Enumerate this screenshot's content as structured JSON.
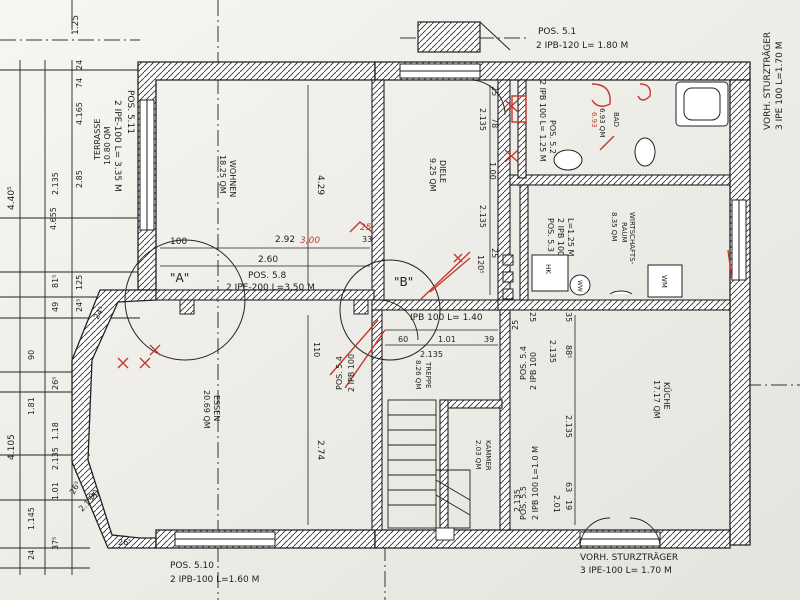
{
  "sheet": {
    "ink_color": "#1e1e1e",
    "paper_color": "#ecebe6",
    "markup_color": "#c43a2e"
  },
  "rooms": {
    "wohnen": {
      "name": "WOHNEN",
      "area": "18.25 QM"
    },
    "terrasse": {
      "name": "TERRASSE",
      "area": "10.80 QM"
    },
    "diele": {
      "name": "DIELE",
      "area": "9.25 QM"
    },
    "bad": {
      "name": "BAD",
      "area": "6.93 QM"
    },
    "wirtschaftsraum": {
      "name": "WIRTSCHAFTS-",
      "name2": "RAUM",
      "area": "8.35 QM"
    },
    "essen": {
      "name": "ESSEN",
      "area": "20.69 QM"
    },
    "treppe": {
      "name": "TREPPE",
      "area": "8.26 QM"
    },
    "kammer": {
      "name": "KAMMER",
      "area": "2.03 QM"
    },
    "kueche": {
      "name": "KÜCHE",
      "area": "17.17 QM"
    }
  },
  "positions": {
    "pos51": {
      "label": "POS. 5.1",
      "spec": "2 IPB-120 L= 1.80 M"
    },
    "pos511": {
      "label": "POS. 5.11",
      "spec": "2 IPE-100 L= 3.35 M"
    },
    "pos58": {
      "label": "POS. 5.8",
      "spec": "2 IPE-200 L=3.50 M"
    },
    "pos52": {
      "label": "POS. 5.2",
      "spec": "2 IPB 100 L= 1.25 M"
    },
    "pos53": {
      "label": "POS. 5.3",
      "spec": "2 IPB 100",
      "length": "L=1.25 M"
    },
    "pos54": {
      "label": "POS. 5.4",
      "spec": "2 IPB 100"
    },
    "pos54b": {
      "label": "POS. 5.4",
      "spec": "2 IPB 100"
    },
    "pos55": {
      "label": "POS. 5.5",
      "spec": "2 IPB 100 L=1.0 M"
    },
    "pos510": {
      "label": "POS. 5.10",
      "spec": "2 IPB-100 L=1.60 M"
    },
    "ipb_short": "IPB 100 L= 1.40",
    "sturz_right": {
      "label": "VORH. STURZTRÄGER",
      "spec": "3 IPE 100 L=1.70 M"
    },
    "sturz_bottom": {
      "label": "VORH. STURZTRÄGER",
      "spec": "3 IPE-100 L= 1.70 M"
    }
  },
  "details": {
    "a": "\"A\"",
    "b": "\"B\""
  },
  "symbols": {
    "hk": "HK",
    "ww": "WW",
    "wm": "WM"
  },
  "dims": {
    "d100": "100",
    "d292": "2.92",
    "d300": "3.00",
    "d260": "2.60",
    "d33": "33",
    "d429": "4.29",
    "d274": "2.74",
    "d125top": "1.25",
    "d2135a": "2.135",
    "d2135b": "2.135",
    "d2135c": "2.135",
    "d2135d": "2.135",
    "d2135e": "2.135",
    "d2135f": "2.135",
    "d2135g": "2.135",
    "d100b": "1.00",
    "d78": "78",
    "d25a": "25",
    "d25b": "25",
    "d25c": "25",
    "d25d": "25",
    "d1205": "120⁵",
    "d60": "60",
    "d101": "1.01",
    "d39": "39",
    "d110": "110",
    "d885": "88⁵",
    "d35": "35",
    "d201": "2.01",
    "d63": "63",
    "d19": "19",
    "d90": "90",
    "d2455": "24⁵",
    "d2655": "26⁵",
    "d265": "26⁵",
    "l74": "74",
    "l24a": "24",
    "l285": "2.85",
    "l2135": "2.135",
    "l4165": "4.165",
    "l4655": "4.655",
    "l4405": "4.40⁵",
    "l125": "125",
    "l49": "49",
    "l815": "81⁵",
    "l245": "24⁵",
    "l90": "90",
    "l118": "1.18",
    "l181": "1.81",
    "l101": "1.01",
    "l1145": "1.145",
    "l4105": "4.105",
    "l375": "37⁵",
    "l24b": "24",
    "l265": "26⁵",
    "l215": "2.135"
  },
  "markup": {
    "fix_300": "3,00",
    "note_25": "25",
    "note_bad": "6.93"
  }
}
